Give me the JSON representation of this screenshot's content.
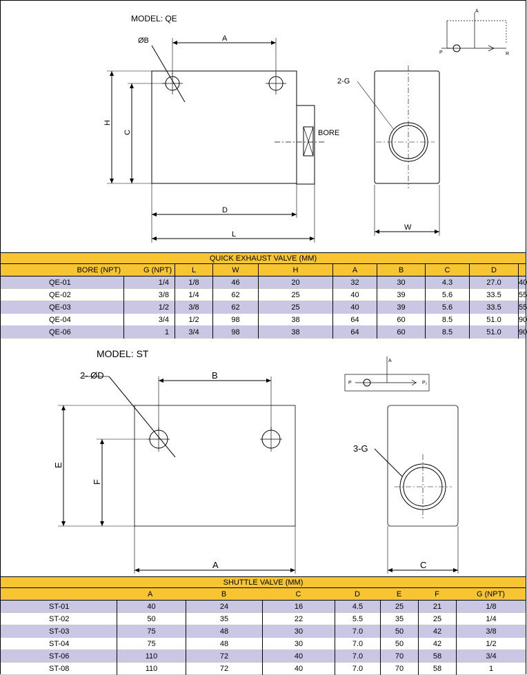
{
  "qe": {
    "model_label": "MODEL: QE",
    "dim_labels": {
      "bore_dia": "ØB",
      "a": "A",
      "h": "H",
      "c": "C",
      "d": "D",
      "l": "L",
      "w": "W",
      "bore": "BORE",
      "port": "2-G"
    },
    "symbol_labels": {
      "p": "P",
      "r": "R",
      "a": "A"
    },
    "table_title": "QUICK EXHAUST VALVE (MM)",
    "headers": [
      "BORE (NPT)",
      "G (NPT)",
      "L",
      "W",
      "H",
      "A",
      "B",
      "C",
      "D"
    ],
    "rows": [
      [
        "QE-01",
        "1/4",
        "1/8",
        "46",
        "20",
        "32",
        "30",
        "4.3",
        "27.0",
        "40"
      ],
      [
        "QE-02",
        "3/8",
        "1/4",
        "62",
        "25",
        "40",
        "39",
        "5.6",
        "33.5",
        "55"
      ],
      [
        "QE-03",
        "1/2",
        "3/8",
        "62",
        "25",
        "40",
        "39",
        "5.6",
        "33.5",
        "55"
      ],
      [
        "QE-04",
        "3/4",
        "1/2",
        "98",
        "38",
        "64",
        "60",
        "8.5",
        "51.0",
        "90"
      ],
      [
        "QE-06",
        "1",
        "3/4",
        "98",
        "38",
        "64",
        "60",
        "8.5",
        "51.0",
        "90"
      ]
    ]
  },
  "st": {
    "model_label": "MODEL: ST",
    "dim_labels": {
      "hole": "2- ØD",
      "b": "B",
      "e": "E",
      "f": "F",
      "a": "A",
      "c": "C",
      "port": "3-G"
    },
    "symbol_labels": {
      "p1": "P",
      "p2": "P₂",
      "a": "A"
    },
    "table_title": "SHUTTLE VALVE (MM)",
    "headers": [
      "A",
      "B",
      "C",
      "D",
      "E",
      "F",
      "G (NPT)"
    ],
    "rows": [
      [
        "ST-01",
        "40",
        "24",
        "16",
        "4.5",
        "25",
        "21",
        "1/8"
      ],
      [
        "ST-02",
        "50",
        "35",
        "22",
        "5.5",
        "35",
        "25",
        "1/4"
      ],
      [
        "ST-03",
        "75",
        "48",
        "30",
        "7.0",
        "50",
        "42",
        "3/8"
      ],
      [
        "ST-04",
        "75",
        "48",
        "30",
        "7.0",
        "50",
        "42",
        "1/2"
      ],
      [
        "ST-06",
        "110",
        "72",
        "40",
        "7.0",
        "70",
        "58",
        "3/4"
      ],
      [
        "ST-08",
        "110",
        "72",
        "40",
        "7.0",
        "70",
        "58",
        "1"
      ]
    ]
  },
  "colors": {
    "header_bar": "#f7c531",
    "odd_row": "#c9c7e3",
    "even_row": "#ffffff"
  }
}
